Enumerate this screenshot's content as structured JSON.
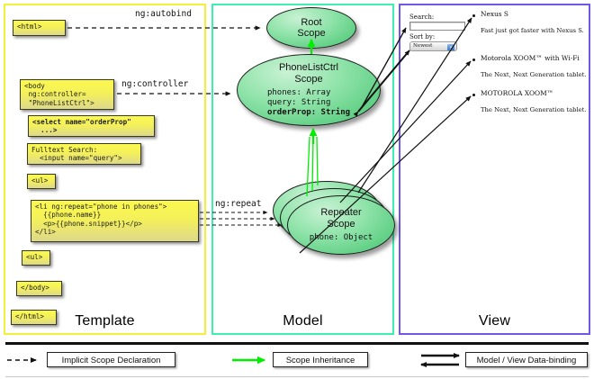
{
  "columns": {
    "template": {
      "label": "Template",
      "border_color": "#f2ef3d"
    },
    "model": {
      "label": "Model",
      "border_color": "#3df0b0"
    },
    "view": {
      "label": "View",
      "border_color": "#6f57e8"
    }
  },
  "template": {
    "boxes": [
      {
        "id": "html-open",
        "text": "<html>"
      },
      {
        "id": "body-open",
        "text": "<body\n ng:controller=\n \"PhoneListCtrl\">"
      },
      {
        "id": "select",
        "text": "<select name=\"orderProp\"\n  ...>"
      },
      {
        "id": "search",
        "text": "Fulltext Search:\n  <input name=\"query\">"
      },
      {
        "id": "ul-open",
        "text": "<ul>"
      },
      {
        "id": "li-repeat",
        "text": "<li ng:repeat=\"phone in phones\">\n  {{phone.name}}\n  <p>{{phone.snippet}}</p>\n</li>"
      },
      {
        "id": "ul-close",
        "text": "<ul>"
      },
      {
        "id": "body-close",
        "text": "</body>"
      },
      {
        "id": "html-close",
        "text": "</html>"
      }
    ]
  },
  "model": {
    "scopes": [
      {
        "id": "root",
        "title": "Root\nScope",
        "props": []
      },
      {
        "id": "phonelistctrl",
        "title": "PhoneListCtrl\nScope",
        "props": [
          "phones: Array",
          "query: String",
          "orderProp: String"
        ]
      },
      {
        "id": "repeater",
        "title": "Repeater\nScope",
        "props": [
          "phone: Object"
        ]
      }
    ]
  },
  "connectors": {
    "autobind": "ng:autobind",
    "controller": "ng:controller",
    "repeat": "ng:repeat"
  },
  "view": {
    "search_label": "Search:",
    "search_value": "",
    "search_placeholder": "",
    "sort_label": "Sort by:",
    "sort_selected": "Newest",
    "sort_options": [
      "Newest"
    ],
    "phones": [
      {
        "name": "Nexus S",
        "snippet": "Fast just got faster with Nexus S."
      },
      {
        "name": "Motorola XOOM™  with Wi-Fi",
        "snippet": "The Next, Next Generation tablet."
      },
      {
        "name": "MOTOROLA XOOM™",
        "snippet": "The Next, Next Generation tablet."
      }
    ]
  },
  "legend": {
    "items": [
      {
        "id": "implicit",
        "label": "Implicit Scope Declaration",
        "style": "dashed-arrow",
        "color": "#111111"
      },
      {
        "id": "inheritance",
        "label": "Scope Inheritance",
        "style": "solid-arrow",
        "color": "#00ee00"
      },
      {
        "id": "databinding",
        "label": "Model / View Data-binding",
        "style": "double-arrow",
        "color": "#111111"
      }
    ]
  },
  "colors": {
    "code_box_fill": "#f6f24e",
    "scope_fill": "#8fe3a9",
    "inheritance_arrow": "#00ee00",
    "binding_arrow": "#111111"
  }
}
